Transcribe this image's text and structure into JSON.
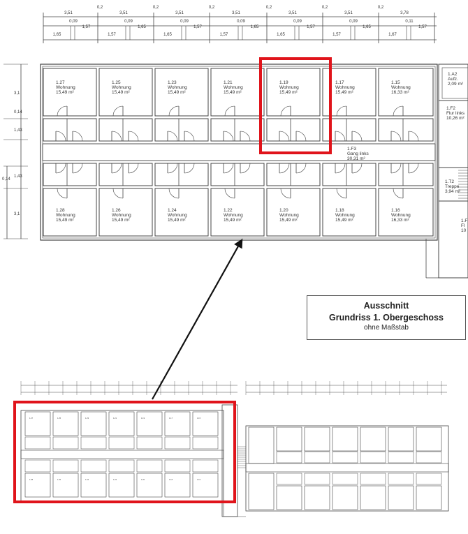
{
  "legend": {
    "title": "Ausschnitt",
    "subtitle": "Grundriss 1. Obergeschoss",
    "scale_note": "ohne Maßstab"
  },
  "top_dimensions": {
    "row1": [
      "3,51",
      "0,2",
      "3,51",
      "0,2",
      "3,51",
      "0,2",
      "3,51",
      "0,2",
      "3,51",
      "0,2",
      "3,51",
      "0,2",
      "3,78"
    ],
    "row2_upper": [
      "0,09",
      "0,09",
      "0,09",
      "0,09",
      "0,09",
      "0,09",
      "0,11"
    ],
    "row2_lower": [
      "1,65",
      "1,57",
      "1,57",
      "1,65",
      "1,65",
      "1,57",
      "1,57",
      "1,65",
      "1,65",
      "1,57",
      "1,57",
      "1,65",
      "1,67",
      "1,57"
    ]
  },
  "side_dimensions": [
    "3,1",
    "0,14",
    "1,43",
    "1,43",
    "0,14",
    "3,1"
  ],
  "rooms_top": [
    {
      "number": "1.27",
      "type": "Wohnung",
      "area": "15,49 m²"
    },
    {
      "number": "1.25",
      "type": "Wohnung",
      "area": "15,49 m²"
    },
    {
      "number": "1.23",
      "type": "Wohnung",
      "area": "15,49 m²"
    },
    {
      "number": "1.21",
      "type": "Wohnung",
      "area": "15,49 m²"
    },
    {
      "number": "1.19",
      "type": "Wohnung",
      "area": "15,49 m²"
    },
    {
      "number": "1.17",
      "type": "Wohnung",
      "area": "15,49 m²"
    },
    {
      "number": "1.15",
      "type": "Wohnung",
      "area": "16,33 m²"
    }
  ],
  "rooms_bottom": [
    {
      "number": "1.28",
      "type": "Wohnung",
      "area": "15,49 m²"
    },
    {
      "number": "1.26",
      "type": "Wohnung",
      "area": "15,49 m²"
    },
    {
      "number": "1.24",
      "type": "Wohnung",
      "area": "15,49 m²"
    },
    {
      "number": "1.22",
      "type": "Wohnung",
      "area": "15,49 m²"
    },
    {
      "number": "1.20",
      "type": "Wohnung",
      "area": "15,49 m²"
    },
    {
      "number": "1.18",
      "type": "Wohnung",
      "area": "15,49 m²"
    },
    {
      "number": "1.16",
      "type": "Wohnung",
      "area": "16,33 m²"
    }
  ],
  "corridor": {
    "number": "1.F3",
    "name": "Gang links",
    "area": "30,31 m²"
  },
  "side_rooms": [
    {
      "number": "1.A2",
      "name": "Aufz.",
      "area": "2,09 m²"
    },
    {
      "number": "1.F2",
      "name": "Flur links",
      "area": "10,26 m²"
    },
    {
      "number": "1.T2",
      "name": "Treppe",
      "area": "3,94 m²"
    }
  ],
  "cut_off_room": {
    "number": "1.F",
    "name": "Fl",
    "area": "10"
  },
  "colors": {
    "highlight": "#e0141b",
    "wall": "#444444",
    "arrow": "#111111"
  }
}
